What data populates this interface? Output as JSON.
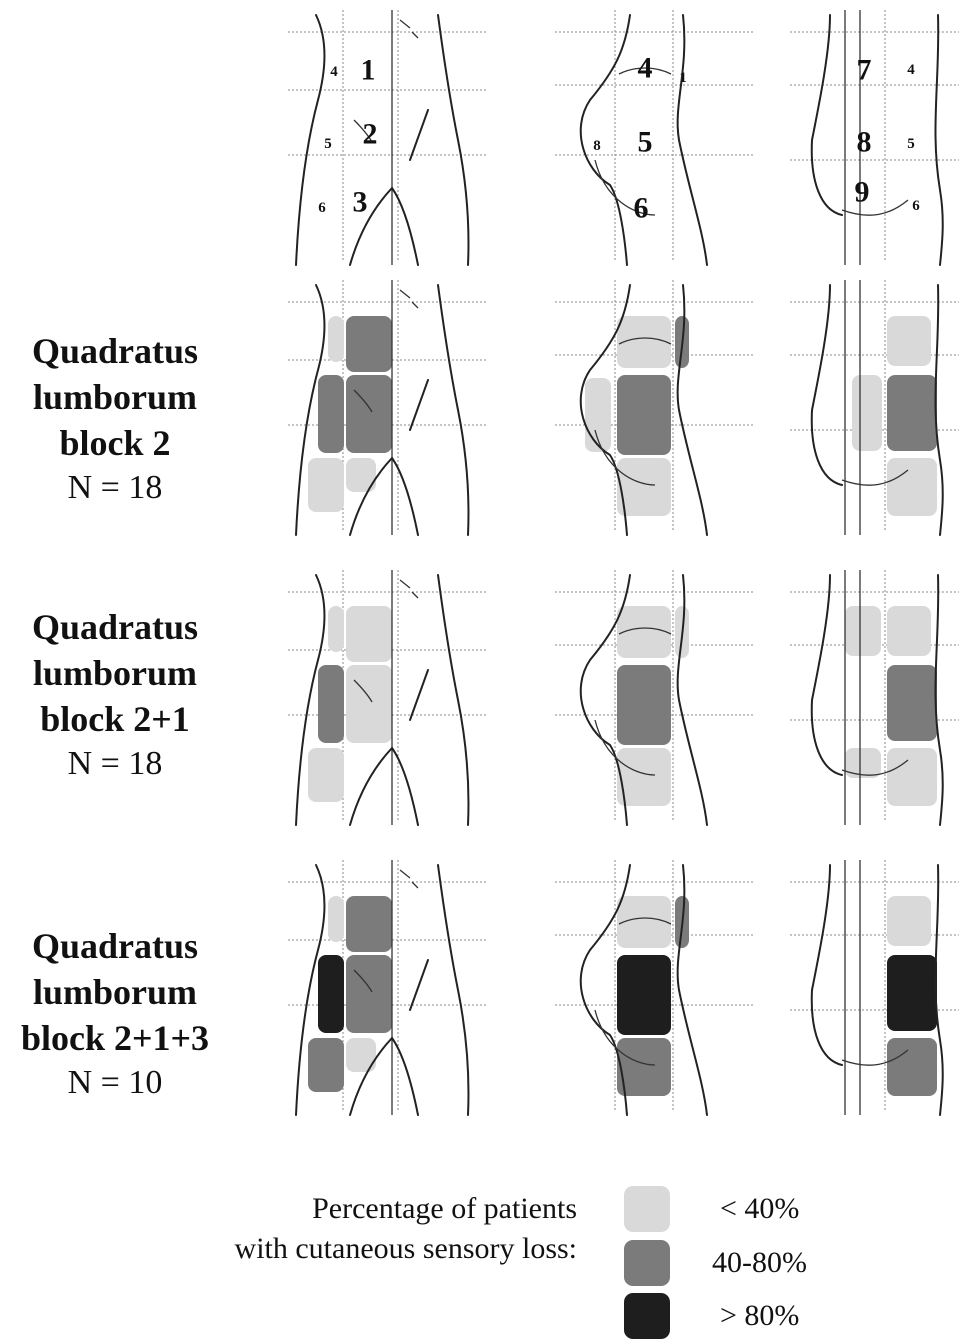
{
  "rows": [
    {
      "name_lines": [
        "Quadratus",
        "lumborum",
        "block 2"
      ],
      "n_text": "N = 18",
      "levels": {
        "anterior": {
          "1": "mid",
          "2": "mid",
          "3": "low",
          "4": "low",
          "5": "mid",
          "6": "low"
        },
        "lateral": {
          "1": "mid",
          "4": "low",
          "5": "mid",
          "6": "low",
          "8": "low"
        },
        "posterior": {
          "4": "low",
          "5": "mid",
          "6": "low",
          "8": "low"
        }
      }
    },
    {
      "name_lines": [
        "Quadratus",
        "lumborum",
        "block 2+1"
      ],
      "n_text": "N = 18",
      "levels": {
        "anterior": {
          "1": "low",
          "2": "low",
          "4": "low",
          "5": "mid",
          "6": "low"
        },
        "lateral": {
          "1": "low",
          "4": "low",
          "5": "mid",
          "6": "low"
        },
        "posterior": {
          "4": "low",
          "5": "mid",
          "6": "low",
          "7": "low",
          "9": "low"
        }
      }
    },
    {
      "name_lines": [
        "Quadratus",
        "lumborum",
        "block 2+1+3"
      ],
      "n_text": "N = 10",
      "levels": {
        "anterior": {
          "1": "mid",
          "2": "mid",
          "3": "low",
          "4": "low",
          "5": "high",
          "6": "mid"
        },
        "lateral": {
          "1": "mid",
          "4": "low",
          "5": "high",
          "6": "mid"
        },
        "posterior": {
          "4": "low",
          "5": "high",
          "6": "mid"
        }
      }
    }
  ],
  "region_labels": {
    "anterior": [
      "1",
      "2",
      "3",
      "4",
      "5",
      "6"
    ],
    "lateral": [
      "4",
      "1",
      "8",
      "5",
      "6"
    ],
    "posterior": [
      "7",
      "4",
      "8",
      "5",
      "9",
      "6"
    ]
  },
  "legend": {
    "title_lines": [
      "Percentage of patients",
      "with cutaneous sensory loss:"
    ],
    "items": [
      {
        "label": "< 40%",
        "color": "#d9d9d9"
      },
      {
        "label": "40-80%",
        "color": "#7b7b7b"
      },
      {
        "label": "> 80%",
        "color": "#1e1e1e"
      }
    ]
  },
  "colors": {
    "low": "#d9d9d9",
    "mid": "#7b7b7b",
    "high": "#1e1e1e"
  }
}
